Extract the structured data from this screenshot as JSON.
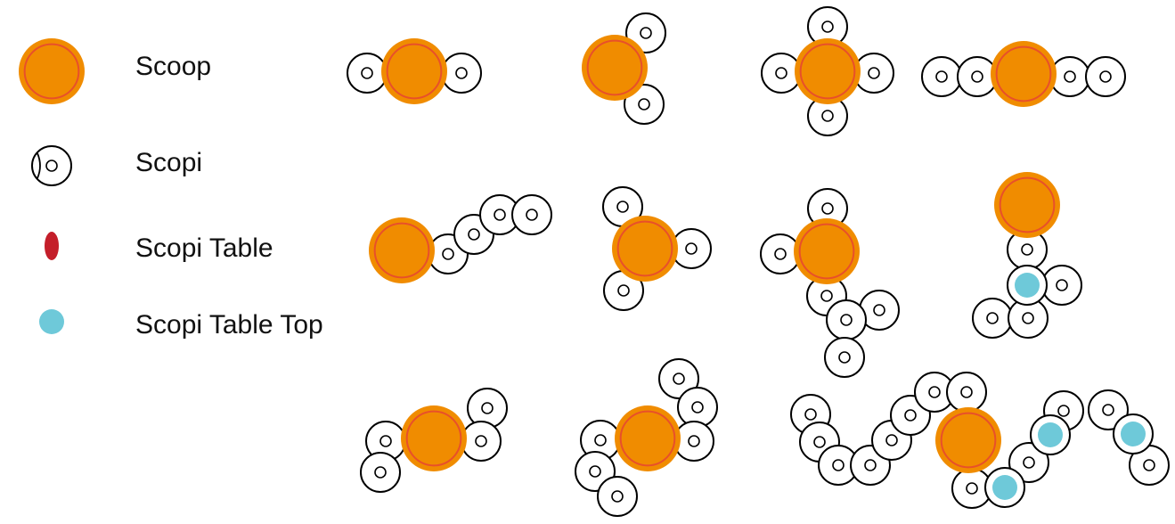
{
  "legend": {
    "items": [
      {
        "label": "Scoop",
        "shape": "scoop"
      },
      {
        "label": "Scopi",
        "shape": "scopi"
      },
      {
        "label": "Scopi Table",
        "shape": "table"
      },
      {
        "label": "Scopi Table Top",
        "shape": "table-top"
      }
    ]
  },
  "colors": {
    "scoop_fill": "#f08c00",
    "scoop_ring": "#e8502a",
    "scopi_stroke": "#000000",
    "scopi_fill": "#ffffff",
    "table": "#c41e2a",
    "table_top": "#6ec9d9"
  }
}
